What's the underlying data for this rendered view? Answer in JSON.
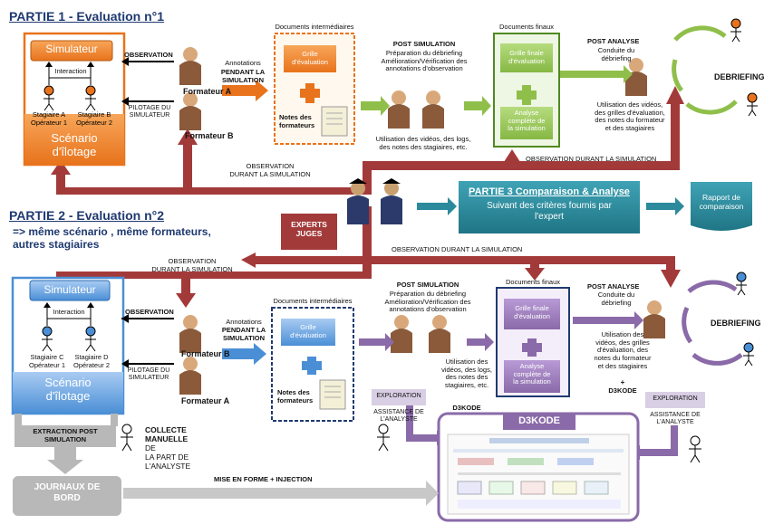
{
  "partie1": {
    "title": "PARTIE 1 - Evaluation n°1",
    "simulateur": "Simulateur",
    "interaction": "Interaction",
    "stagiaire_a": "Stagiaire A\nOpérateur 1",
    "stagiaire_b": "Stagiaire B\nOpérateur 2",
    "scenario": "Scénario\nd'îlotage",
    "observation": "OBSERVATION",
    "pilotage": "PILOTAGE DU\nSIMULATEUR",
    "formateur_a": "Formateur A",
    "formateur_b": "Formateur B",
    "annotations": "Annotations",
    "pendant": "PENDANT LA\nSIMULATION",
    "docs_inter": "Documents intermédiaires",
    "grille": "Grille\nd'évaluation",
    "notes": "Notes des\nformateurs",
    "post_sim": "POST SIMULATION",
    "post_sim_desc": "Préparation du débriefing\nAmélioration/Vérification des\nannotations d'observation",
    "utilisation": "Utilisation des vidéos, des logs,\ndes notes des stagiaires, etc.",
    "docs_finaux": "Documents finaux",
    "grille_finale": "Grille finale\nd'évaluation",
    "analyse": "Analyse\ncomplète de\nla simulation",
    "post_analyse": "POST ANALYSE",
    "conduite": "Conduite du\ndébriefing",
    "utilisation_videos": "Utilisation des vidéos,\ndes grilles d'évaluation,\ndes notes du formateur\net des stagiaires",
    "debriefing": "DEBRIEFING",
    "obs_durant_left": "OBSERVATION\nDURANT LA SIMULATION",
    "obs_durant_right": "OBSERVATION DURANT LA SIMULATION"
  },
  "partie2": {
    "title": "PARTIE 2 - Evaluation n°2",
    "subtitle": "=> même scénario , même formateurs,\nautres stagiaires",
    "obs_durant": "OBSERVATION\nDURANT LA SIMULATION",
    "simulateur": "Simulateur",
    "interaction": "Interaction",
    "stagiaire_c": "Stagiaire C\nOpérateur 1",
    "stagiaire_d": "Stagiaire D\nOpérateur 2",
    "scenario": "Scénario\nd'îlotage",
    "observation": "OBSERVATION",
    "pilotage": "PILOTAGE DU\nSIMULATEUR",
    "formateur_b": "Formateur B",
    "formateur_a": "Formateur A",
    "annotations": "Annotations",
    "pendant": "PENDANT LA\nSIMULATION",
    "docs_inter": "Documents intermédiaires",
    "grille": "Grille\nd'évaluation",
    "notes": "Notes des\nformateurs",
    "post_sim": "POST SIMULATION",
    "post_sim_desc": "Préparation du débriefing\nAmélioration/Vérification des\nannotations d'observation",
    "utilisation": "Utilisation des\nvidéos, des logs,\ndes notes des\nstagiaires, etc.",
    "d3kode_small": "D3KODE",
    "docs_finaux": "Documents finaux",
    "grille_finale": "Grille finale\nd'évaluation",
    "analyse": "Analyse\ncomplète de\nla simulation",
    "post_analyse": "POST ANALYSE",
    "conduite": "Conduite du\ndébriefing",
    "utilisation_videos": "Utilisation des\nvidéos, des grilles\nd'évaluation, des\nnotes du formateur\net des stagiaires",
    "plus": "+",
    "d3kode_right": "D3KODE",
    "debriefing": "DEBRIEFING",
    "obs_durant_sim": "OBSERVATION DURANT LA SIMULATION",
    "exploration": "EXPLORATION",
    "assistance": "ASSISTANCE DE\nL'ANALYSTE",
    "d3kode_title": "D3KODE",
    "extraction": "EXTRACTION POST\nSIMULATION",
    "collecte_bold": "COLLECTE\nMANUELLE",
    "collecte_rest": "DE\nLA PART DE\nL'ANALYSTE",
    "journaux": "JOURNAUX DE\nBORD",
    "mise_en_forme": "MISE EN FORME  + INJECTION"
  },
  "partie3": {
    "experts": "EXPERTS\nJUGES",
    "title": "PARTIE 3 Comparaison & Analyse",
    "desc": "Suivant des critères fournis par\nl'expert",
    "rapport": "Rapport de\ncomparaison"
  },
  "colors": {
    "orange": "#e8731c",
    "red": "#a33a3a",
    "green": "#8fbf4a",
    "teal": "#2b8a9b",
    "blue": "#4a8fd6",
    "purple": "#8a6aa8",
    "grey": "#b8b8b8"
  }
}
